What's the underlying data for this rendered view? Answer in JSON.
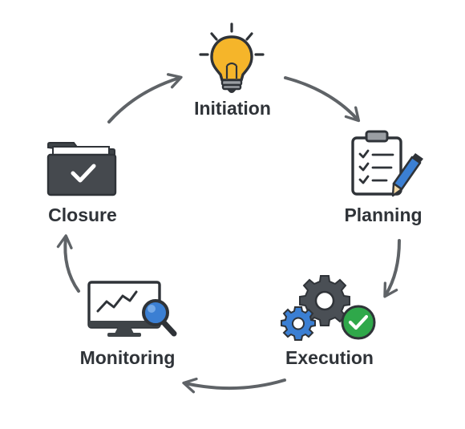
{
  "diagram": {
    "type": "cycle",
    "stages": [
      {
        "id": "initiation",
        "label": "Initiation",
        "icon": "lightbulb-icon"
      },
      {
        "id": "planning",
        "label": "Planning",
        "icon": "clipboard-checklist-icon"
      },
      {
        "id": "execution",
        "label": "Execution",
        "icon": "gears-check-icon"
      },
      {
        "id": "monitoring",
        "label": "Monitoring",
        "icon": "monitor-magnifier-icon"
      },
      {
        "id": "closure",
        "label": "Closure",
        "icon": "folder-check-icon"
      }
    ],
    "flow": [
      "initiation",
      "planning",
      "execution",
      "monitoring",
      "closure",
      "initiation"
    ]
  },
  "colors": {
    "text": "#2f3338",
    "arrow": "#5f6367",
    "icon_dark": "#3f4448",
    "bulb": "#f5b52a",
    "blue": "#3b7fd3",
    "green": "#2fa84a"
  }
}
